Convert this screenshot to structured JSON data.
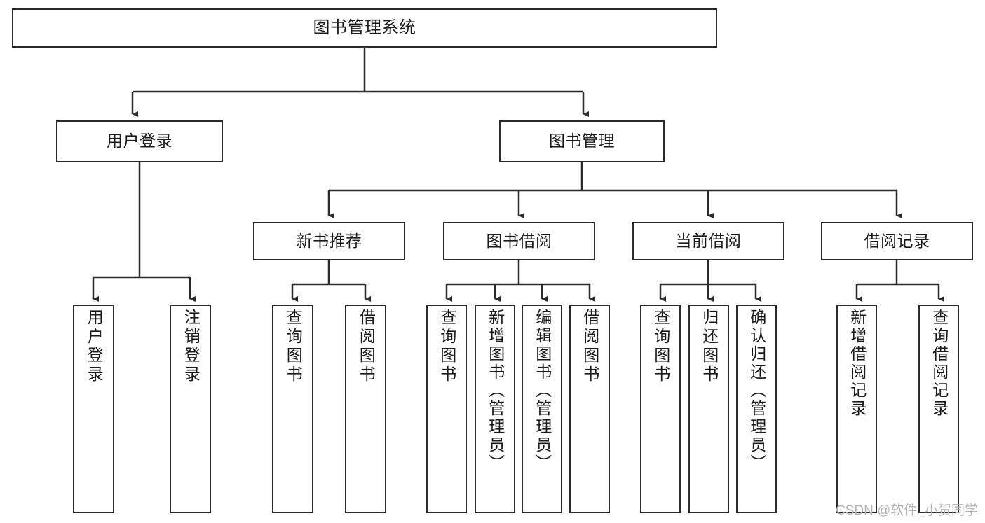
{
  "diagram": {
    "title": "图书管理系统",
    "type": "tree-hierarchy",
    "watermark": "CSDN @软件_小贺同学",
    "colors": {
      "stroke": "#2b2b2b",
      "fill": "#ffffff",
      "text": "#1a1a1a",
      "watermark": "#b4b4b4"
    }
  },
  "nodes": {
    "root": {
      "label": "图书管理系统"
    },
    "level2": [
      {
        "label": "用户登录"
      },
      {
        "label": "图书管理"
      }
    ],
    "level3": [
      {
        "label": "新书推荐"
      },
      {
        "label": "图书借阅"
      },
      {
        "label": "当前借阅"
      },
      {
        "label": "借阅记录"
      }
    ],
    "leaves": {
      "user_login": [
        {
          "label": "用户登录"
        },
        {
          "label": "注销登录"
        }
      ],
      "new_book_recommend": [
        {
          "label": "查询图书"
        },
        {
          "label": "借阅图书"
        }
      ],
      "book_borrow": [
        {
          "label": "查询图书"
        },
        {
          "label": "新增图书（管理员）"
        },
        {
          "label": "编辑图书（管理员）"
        },
        {
          "label": "借阅图书"
        }
      ],
      "current_borrow": [
        {
          "label": "查询图书"
        },
        {
          "label": "归还图书"
        },
        {
          "label": "确认归还（管理员）"
        }
      ],
      "borrow_record": [
        {
          "label": "新增借阅记录"
        },
        {
          "label": "查询借阅记录"
        }
      ]
    }
  }
}
